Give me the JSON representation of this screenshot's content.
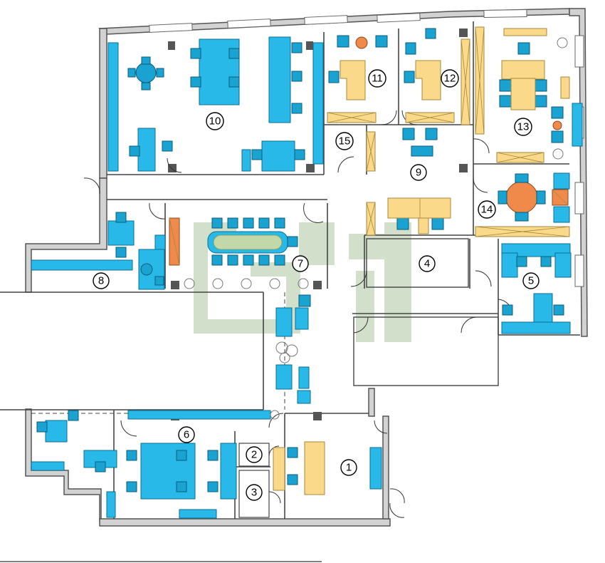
{
  "rooms": [
    "1",
    "2",
    "3",
    "4",
    "5",
    "6",
    "7",
    "8",
    "9",
    "10",
    "11",
    "12",
    "13",
    "14",
    "15"
  ],
  "colors": {
    "furniture_blue": "#29b9e8",
    "furniture_wood": "#fad98a",
    "round_table": "#f08a4b",
    "wall": "#d2d2d2",
    "watermark": "#7fa46a"
  }
}
